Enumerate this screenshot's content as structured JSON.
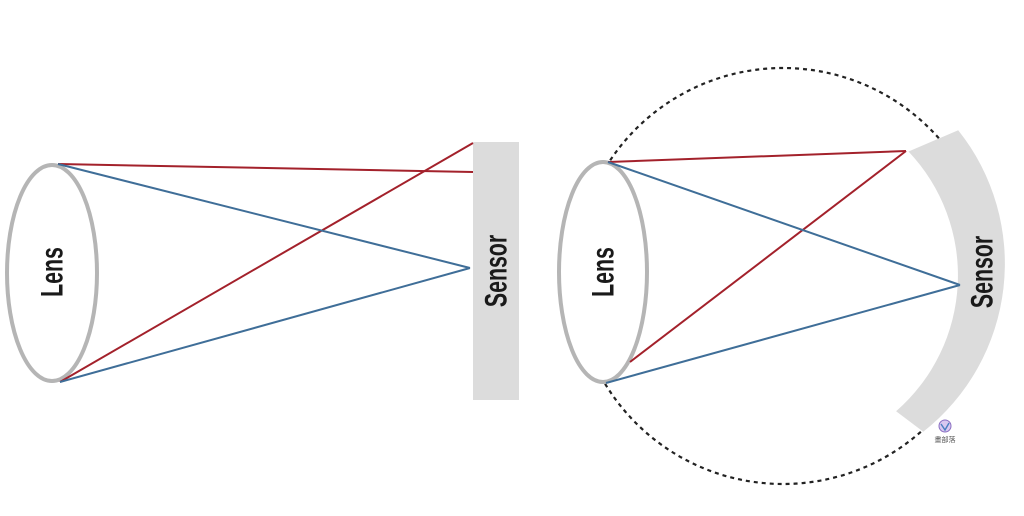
{
  "left_diagram": {
    "lens_label": "Lens",
    "sensor_label": "Sensor",
    "sensor_shape": "flat"
  },
  "right_diagram": {
    "lens_label": "Lens",
    "sensor_label": "Sensor",
    "sensor_shape": "curved"
  },
  "watermark": {
    "text": "畫部落"
  },
  "colors": {
    "lens_outline": "#b5b5b5",
    "sensor_fill": "#dcdcdc",
    "ray_red": "#a3212b",
    "ray_blue": "#3f6e98",
    "dashed_circle": "#222222",
    "label_text": "#1a1a1a"
  }
}
